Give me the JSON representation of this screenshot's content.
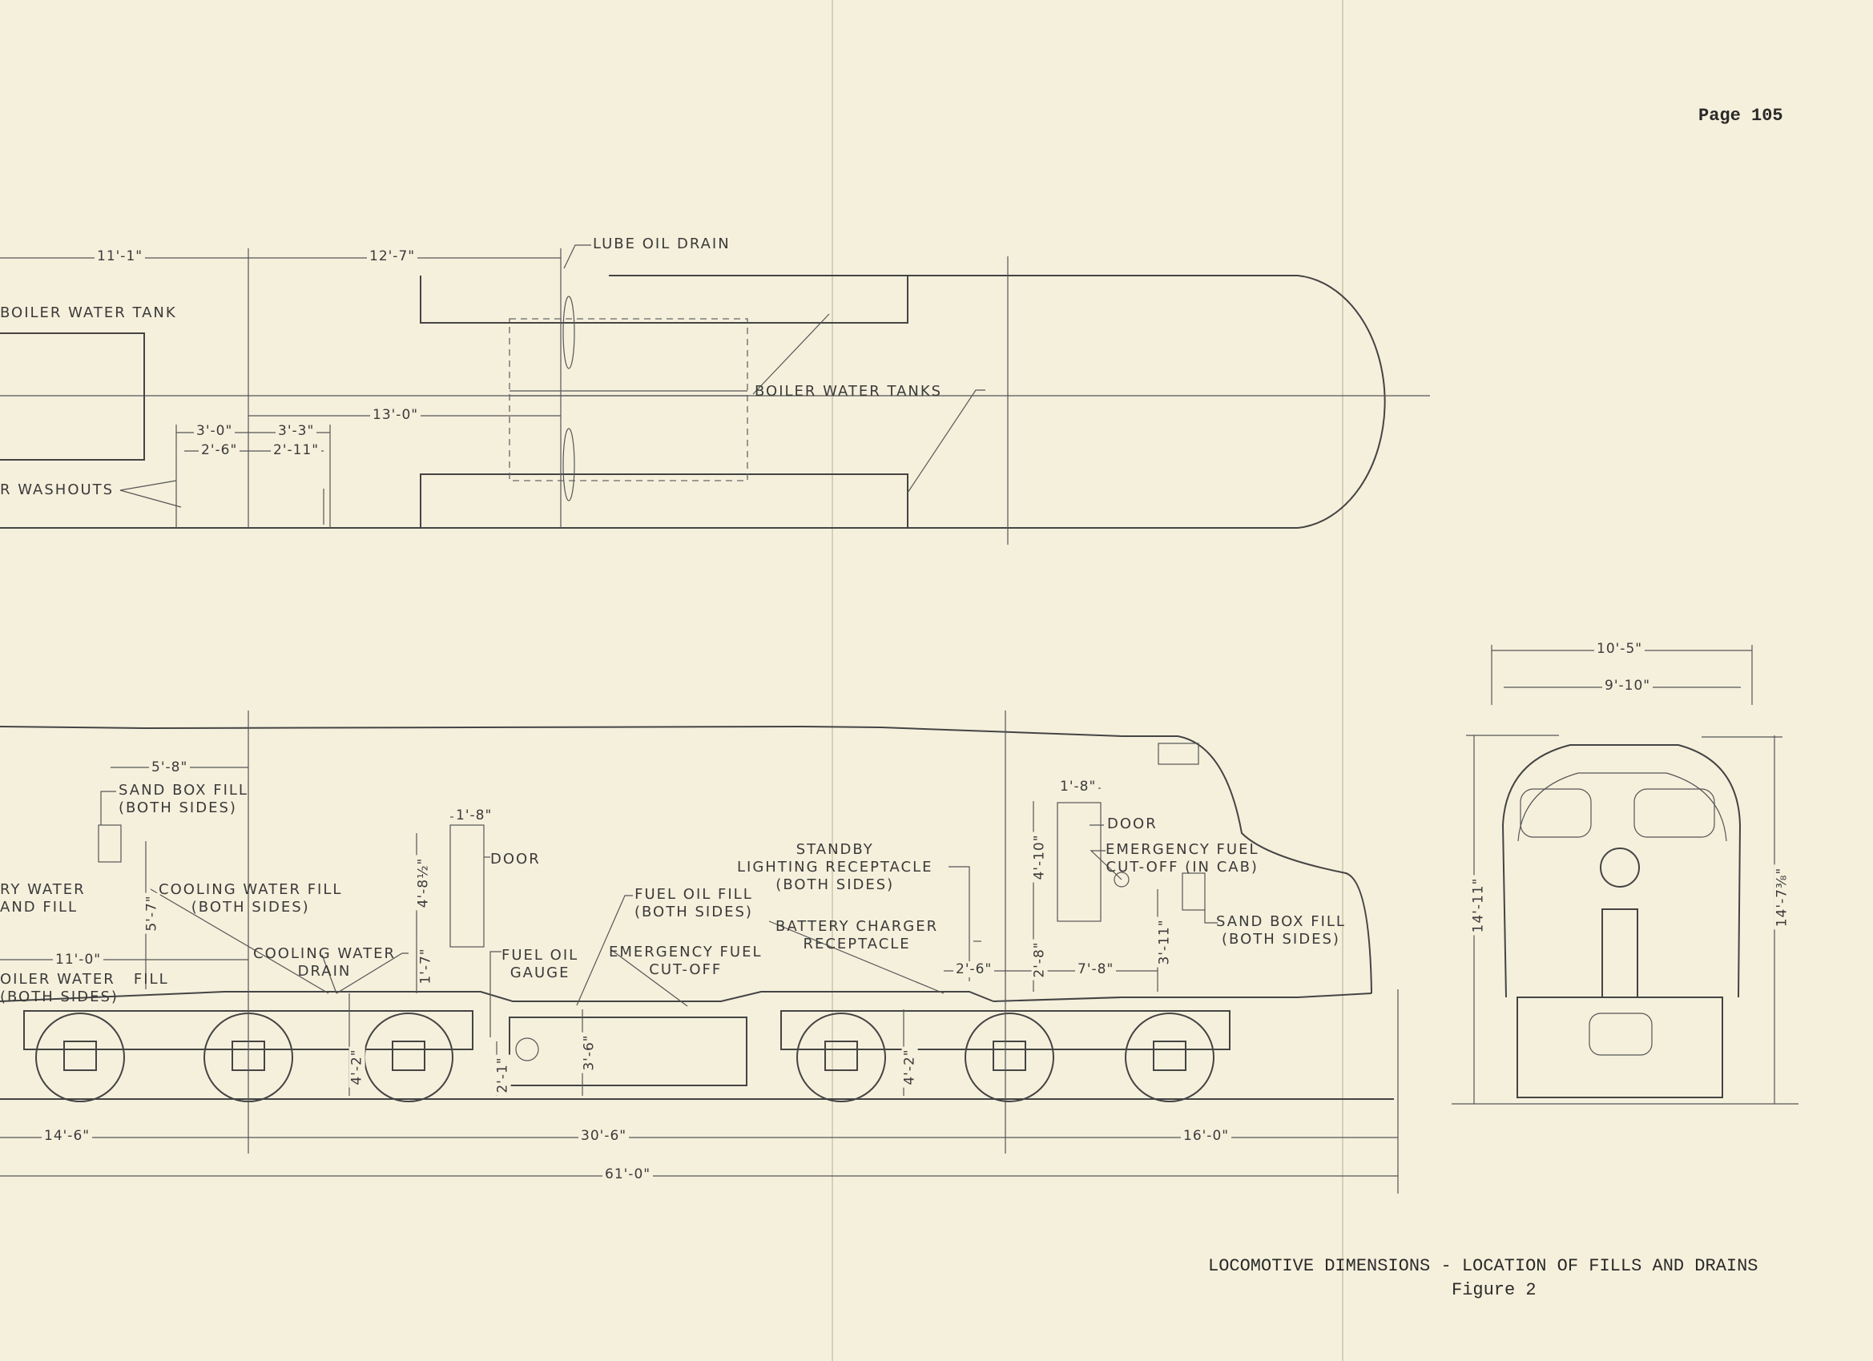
{
  "page_number": "Page 105",
  "caption": {
    "title": "LOCOMOTIVE DIMENSIONS - LOCATION OF FILLS AND DRAINS",
    "figure": "Figure 2"
  },
  "plan_view": {
    "labels": {
      "lube_oil_drain": "LUBE OIL DRAIN",
      "boiler_water_tank": "BOILER WATER TANK",
      "boiler_water_tanks": "BOILER WATER TANKS",
      "washouts": "R WASHOUTS"
    },
    "dims": {
      "d_11_1": "11'-1\"",
      "d_12_7": "12'-7\"",
      "d_13_0": "13'-0\"",
      "d_3_0": "3'-0\"",
      "d_3_3": "3'-3\"",
      "d_2_6": "2'-6\"",
      "d_2_11": "2'-11\""
    }
  },
  "side_view": {
    "labels": {
      "sand_box_fill_rear": "SAND BOX FILL\n(BOTH SIDES)",
      "ry_water_and_fill": "RY WATER\nAND FILL",
      "cooling_water_fill": "COOLING WATER FILL\n(BOTH SIDES)",
      "cooling_water_drain": "COOLING WATER\nDRAIN",
      "boiler_water_fill": "OILER WATER   FILL\n(BOTH SIDES)",
      "door_rear": "DOOR",
      "fuel_oil_gauge": "FUEL OIL\nGAUGE",
      "fuel_oil_fill": "FUEL OIL FILL\n(BOTH SIDES)",
      "emergency_fuel_cutoff": "EMERGENCY FUEL\nCUT-OFF",
      "standby_lighting": "STANDBY\nLIGHTING RECEPTACLE\n(BOTH SIDES)",
      "battery_charger": "BATTERY CHARGER\nRECEPTACLE",
      "door_front": "DOOR",
      "emergency_fuel_cab": "EMERGENCY FUEL\nCUT-OFF (IN CAB)",
      "sand_box_fill_front": "SAND BOX FILL\n(BOTH SIDES)"
    },
    "dims": {
      "d_5_8": "5'-8\"",
      "d_1_8_rear": "1'-8\"",
      "d_1_8_front": "1'-8\"",
      "d_4_8_half": "4'-8½\"",
      "d_5_7": "5'-7\"",
      "d_11_0": "11'-0\"",
      "d_1_7": "1'-7\"",
      "d_4_2_rear": "4'-2\"",
      "d_2_1": "2'-1\"",
      "d_3_6": "3'-6\"",
      "d_4_2_front": "4'-2\"",
      "d_4_10": "4'-10\"",
      "d_2_8": "2'-8\"",
      "d_2_6": "2'-6\"",
      "d_7_8": "7'-8\"",
      "d_3_11": "3'-11\"",
      "d_14_6": "14'-6\"",
      "d_30_6": "30'-6\"",
      "d_16_0": "16'-0\"",
      "d_61_0": "61'-0\""
    }
  },
  "end_view": {
    "dims": {
      "d_10_5": "10'-5\"",
      "d_9_10": "9'-10\"",
      "d_14_11": "14'-11\"",
      "d_14_7_3_8": "14'-7⅜\""
    }
  }
}
